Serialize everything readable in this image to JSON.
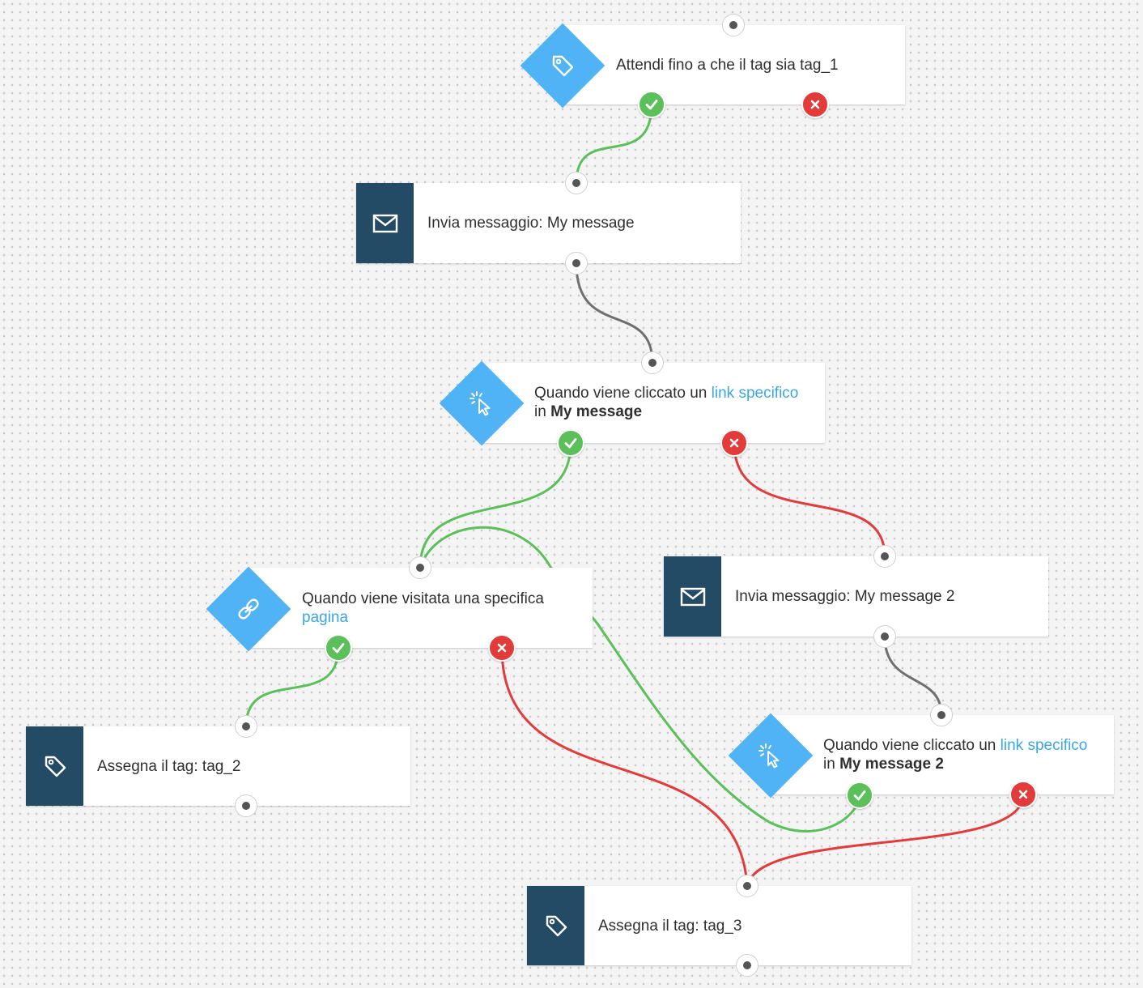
{
  "colors": {
    "yes": "#5cc05a",
    "no": "#e33a3a",
    "neutral": "#6f6f6f",
    "link": "#3aa6e6",
    "action_block": "#244b66",
    "condition_block": "#4fb3f6"
  },
  "nodes": {
    "wait_tag": {
      "icon": "tag-icon",
      "text": "Attendi fino a che il tag sia tag_1"
    },
    "send_message_1": {
      "icon": "envelope-icon",
      "text": "Invia messaggio: My message"
    },
    "click_condition_1": {
      "icon": "cursor-click-icon",
      "prefix": "Quando viene cliccato un",
      "link_text": "link specifico",
      "in_label": "in",
      "message_name": "My message"
    },
    "visit_condition": {
      "icon": "link-chain-icon",
      "prefix": "Quando viene visitata una specifica",
      "link_text": "pagina"
    },
    "send_message_2": {
      "icon": "envelope-icon",
      "text": "Invia messaggio: My message 2"
    },
    "assign_tag_2": {
      "icon": "tag-icon",
      "text": "Assegna il tag: tag_2"
    },
    "click_condition_2": {
      "icon": "cursor-click-icon",
      "prefix": "Quando viene cliccato un",
      "link_text": "link specifico",
      "in_label": "in",
      "message_name": "My message 2"
    },
    "assign_tag_3": {
      "icon": "tag-icon",
      "text": "Assegna il tag: tag_3"
    }
  }
}
